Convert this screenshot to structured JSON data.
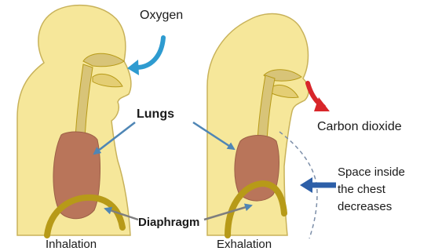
{
  "labels": {
    "oxygen": "Oxygen",
    "carbon_dioxide": "Carbon dioxide",
    "lungs": "Lungs",
    "diaphragm": "Diaphragm",
    "inhalation": "Inhalation",
    "exhalation": "Exhalation",
    "chest_note_1": "Space inside",
    "chest_note_2": "the chest",
    "chest_note_3": "decreases"
  },
  "colors": {
    "skin": "#F6E79A",
    "skin_outline": "#C8B25A",
    "lung": "#B9755A",
    "diaphragm": "#B79A18",
    "airway": "#D8C478",
    "arrow_blue": "#4F86B5",
    "oxygen_arrow": "#2E9BD0",
    "co2_arrow": "#D8262A",
    "chest_arrow": "#2D5FA8",
    "dashed_line": "#7C8EA8"
  }
}
